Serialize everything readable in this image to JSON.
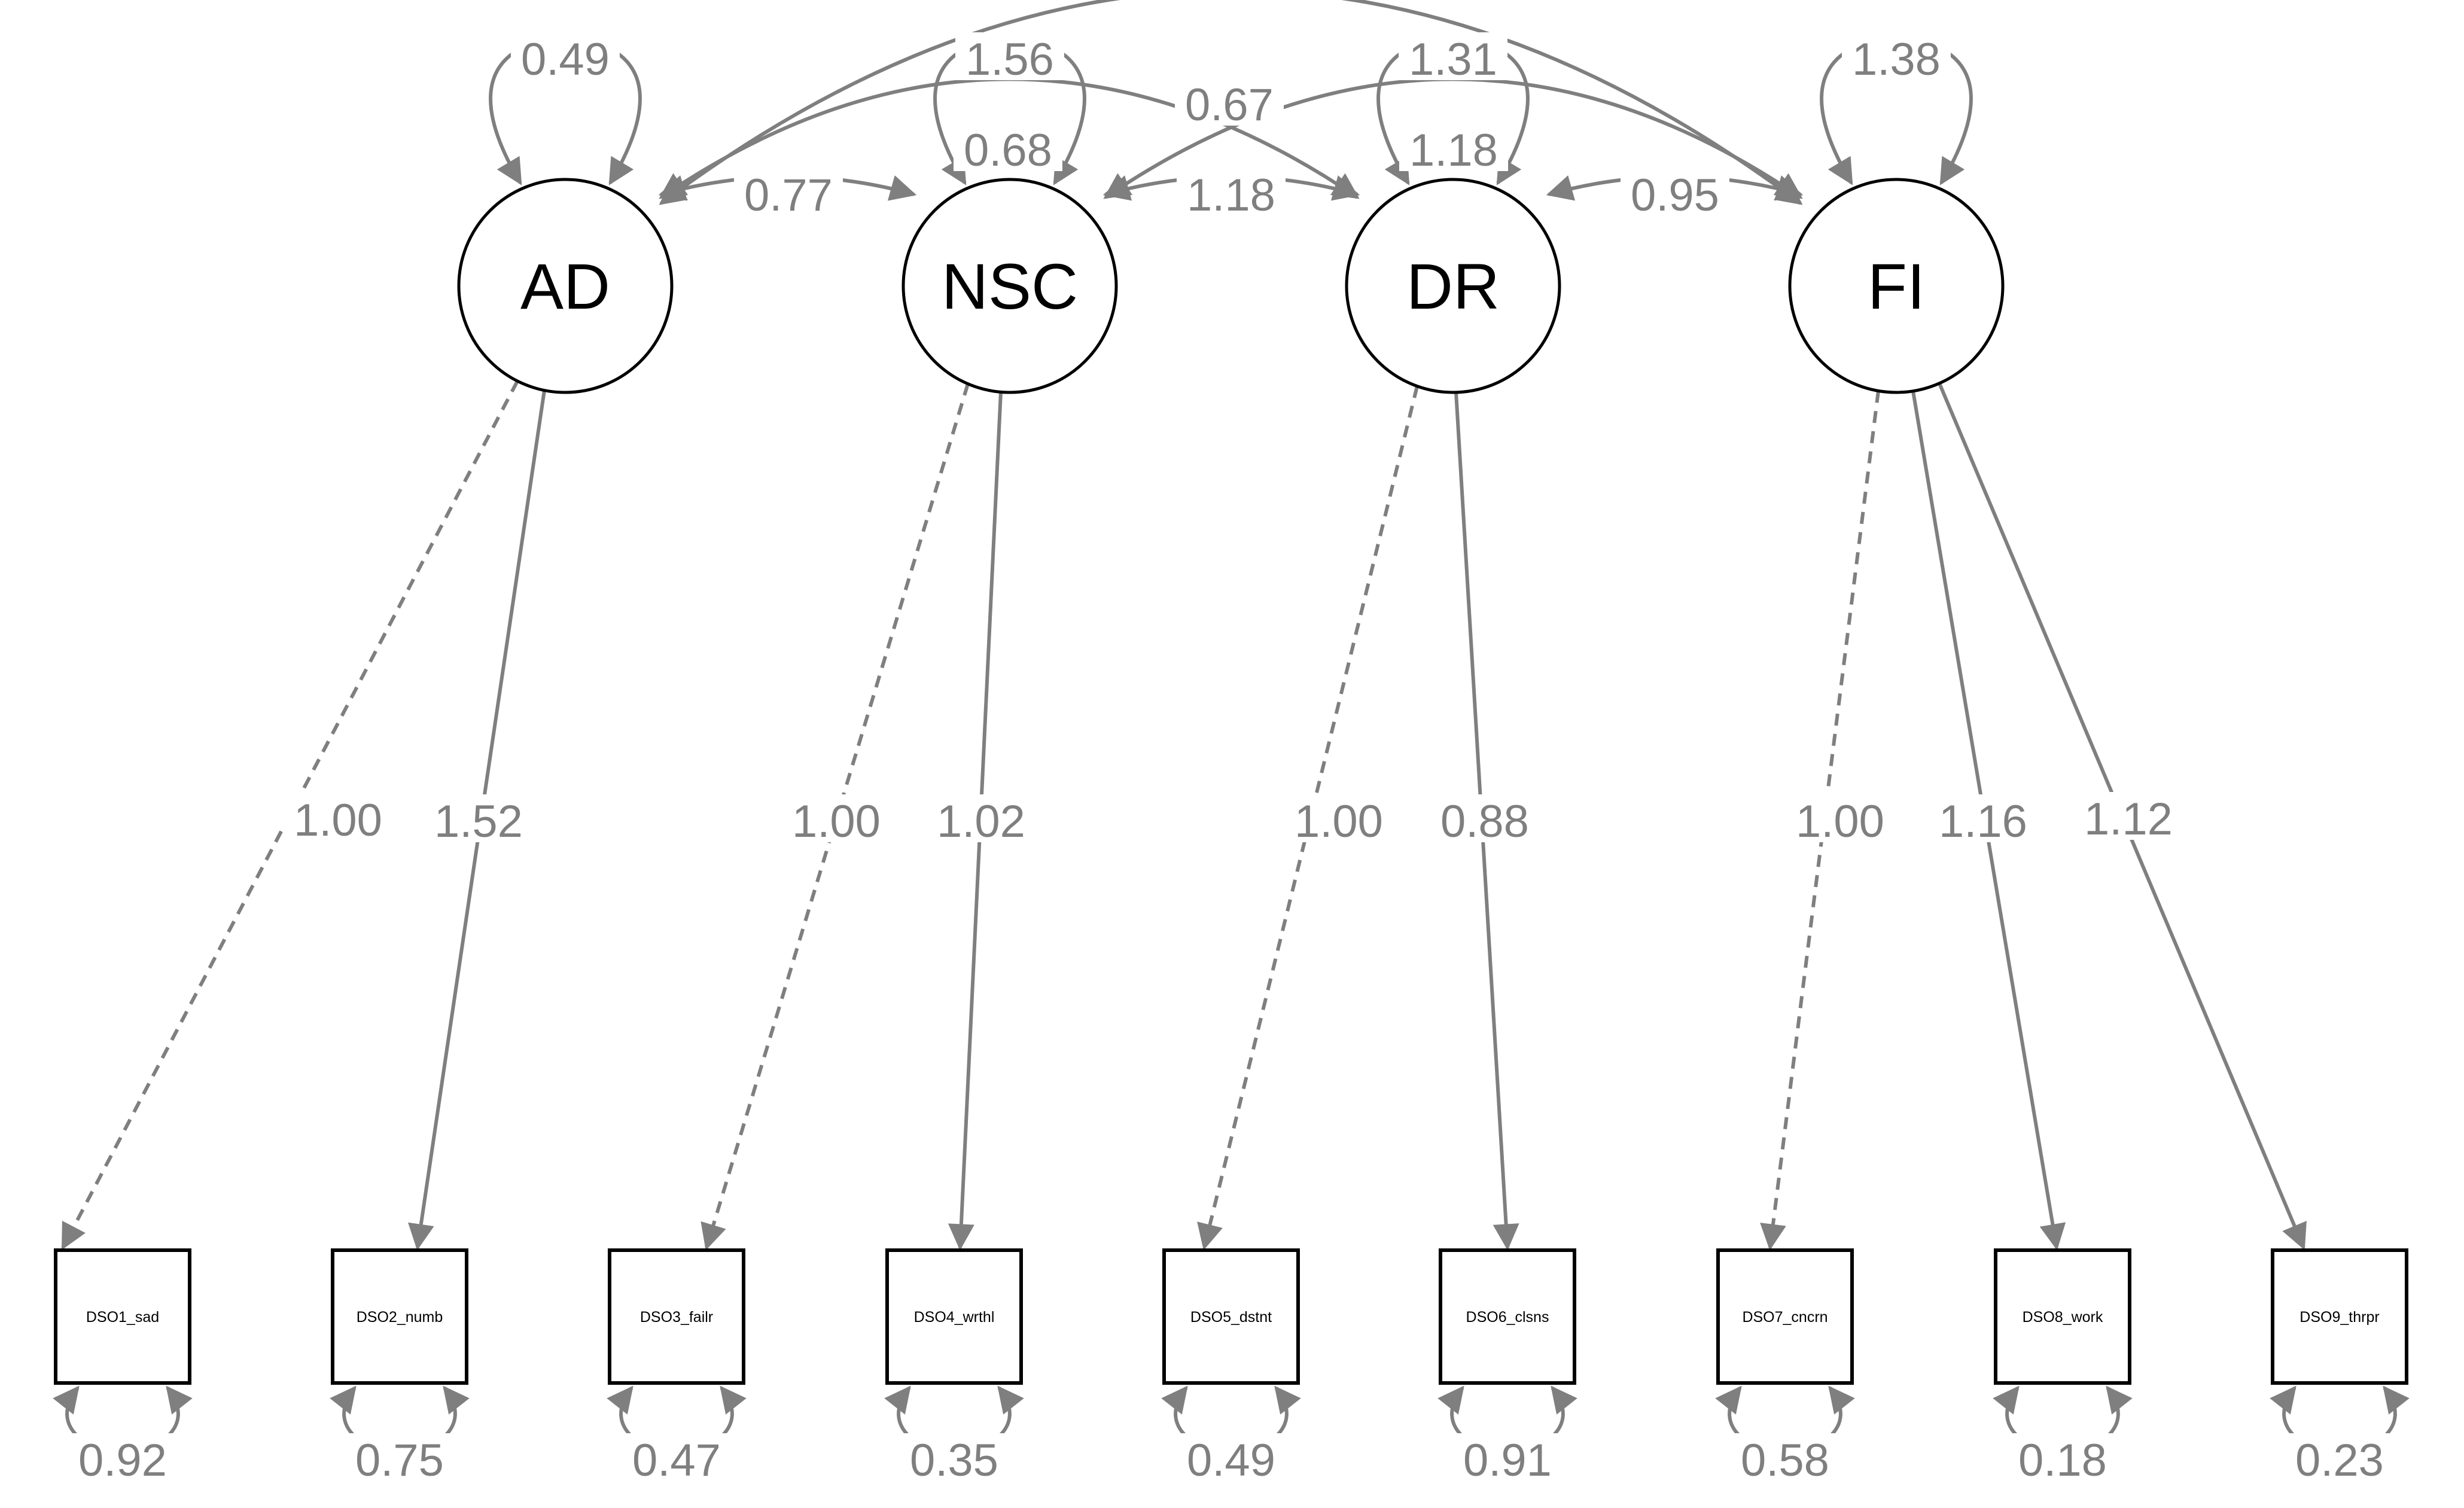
{
  "latents": [
    {
      "id": "AD",
      "label": "AD",
      "variance": "0.49"
    },
    {
      "id": "NSC",
      "label": "NSC",
      "variance": "1.56"
    },
    {
      "id": "DR",
      "label": "DR",
      "variance": "1.31"
    },
    {
      "id": "FI",
      "label": "FI",
      "variance": "1.38"
    }
  ],
  "observed": [
    {
      "id": "DSO1_sad",
      "label": "DSO1_sad",
      "residual": "0.92"
    },
    {
      "id": "DSO2_numb",
      "label": "DSO2_numb",
      "residual": "0.75"
    },
    {
      "id": "DSO3_failr",
      "label": "DSO3_failr",
      "residual": "0.47"
    },
    {
      "id": "DSO4_wrthl",
      "label": "DSO4_wrthl",
      "residual": "0.35"
    },
    {
      "id": "DSO5_dstnt",
      "label": "DSO5_dstnt",
      "residual": "0.49"
    },
    {
      "id": "DSO6_clsns",
      "label": "DSO6_clsns",
      "residual": "0.91"
    },
    {
      "id": "DSO7_cncrn",
      "label": "DSO7_cncrn",
      "residual": "0.58"
    },
    {
      "id": "DSO8_work",
      "label": "DSO8_work",
      "residual": "0.18"
    },
    {
      "id": "DSO9_thrpr",
      "label": "DSO9_thrpr",
      "residual": "0.23"
    }
  ],
  "loadings": [
    {
      "from": "AD",
      "to": "DSO1_sad",
      "value": "1.00",
      "fixed": true
    },
    {
      "from": "AD",
      "to": "DSO2_numb",
      "value": "1.52",
      "fixed": false
    },
    {
      "from": "NSC",
      "to": "DSO3_failr",
      "value": "1.00",
      "fixed": true
    },
    {
      "from": "NSC",
      "to": "DSO4_wrthl",
      "value": "1.02",
      "fixed": false
    },
    {
      "from": "DR",
      "to": "DSO5_dstnt",
      "value": "1.00",
      "fixed": true
    },
    {
      "from": "DR",
      "to": "DSO6_clsns",
      "value": "0.88",
      "fixed": false
    },
    {
      "from": "FI",
      "to": "DSO7_cncrn",
      "value": "1.00",
      "fixed": true
    },
    {
      "from": "FI",
      "to": "DSO8_work",
      "value": "1.16",
      "fixed": false
    },
    {
      "from": "FI",
      "to": "DSO9_thrpr",
      "value": "1.12",
      "fixed": false
    }
  ],
  "covariances": [
    {
      "a": "AD",
      "b": "NSC",
      "value": "0.77"
    },
    {
      "a": "NSC",
      "b": "DR",
      "value": "1.18"
    },
    {
      "a": "DR",
      "b": "FI",
      "value": "0.95"
    },
    {
      "a": "AD",
      "b": "DR",
      "value": "0.68"
    },
    {
      "a": "NSC",
      "b": "FI",
      "value": "1.18"
    },
    {
      "a": "AD",
      "b": "FI",
      "value": "0.67"
    }
  ],
  "colors": {
    "path": "#7f7f7f",
    "node_stroke": "#000000",
    "background": "#ffffff"
  }
}
